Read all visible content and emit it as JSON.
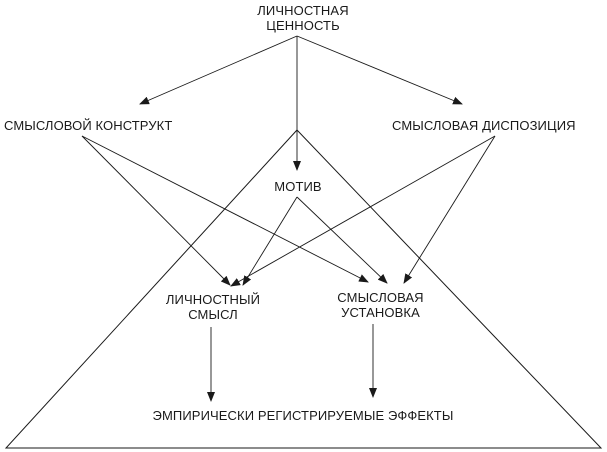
{
  "diagram": {
    "nodes": {
      "personal_value": {
        "line1": "ЛИЧНОСТНАЯ",
        "line2": "ЦЕННОСТЬ"
      },
      "meaning_construct": {
        "label": "СМЫСЛОВОЙ КОНСТРУКТ"
      },
      "meaning_disposition": {
        "label": "СМЫСЛОВАЯ  ДИСПОЗИЦИЯ"
      },
      "motive": {
        "label": "МОТИВ"
      },
      "personal_meaning": {
        "line1": "ЛИЧНОСТНЫЙ",
        "line2": "СМЫСЛ"
      },
      "meaning_attitude": {
        "line1": "СМЫСЛОВАЯ",
        "line2": "УСТАНОВКА"
      },
      "empirical_effects": {
        "label": "ЭМПИРИЧЕСКИ  РЕГИСТРИРУЕМЫЕ  ЭФФЕКТЫ"
      }
    }
  }
}
